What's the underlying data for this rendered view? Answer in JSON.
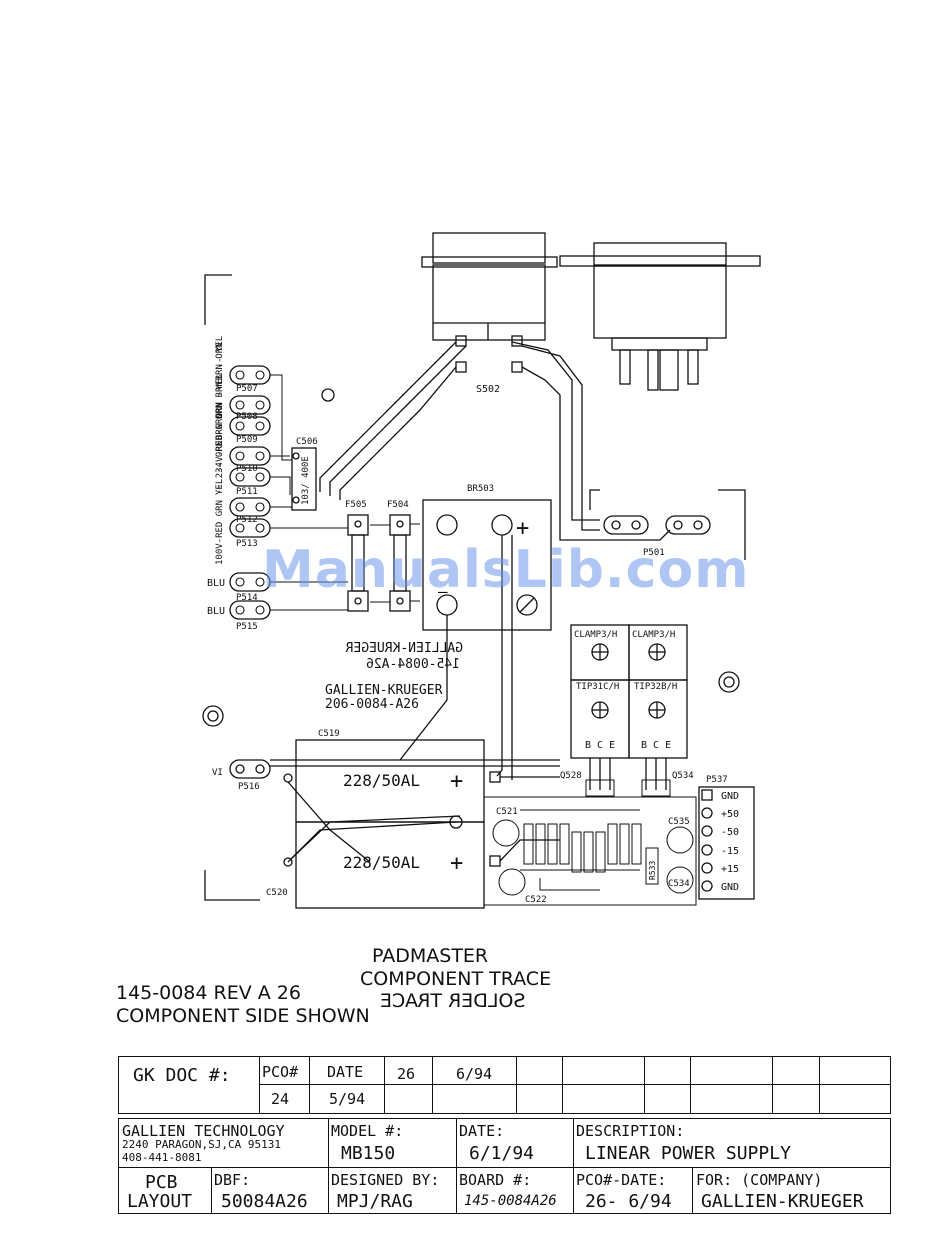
{
  "watermark": "ManualsLib.com",
  "board": {
    "labels": {
      "s502": "S502",
      "br503": "BR503",
      "c506": "C506",
      "c506_val": "103/ 400E",
      "f505": "F505",
      "f504": "F504",
      "p507": "P507",
      "p508": "P508",
      "p509": "P509",
      "p510": "P510",
      "p511": "P511",
      "p512": "P512",
      "p513": "P513",
      "p514": "P514",
      "p515": "P515",
      "p516": "P516",
      "p501": "P501",
      "p537": "P537",
      "c519": "C519",
      "c520": "C520",
      "c521": "C521",
      "c522": "C522",
      "cap_val_1": "228/50AL",
      "cap_val_2": "228/50AL",
      "clamp1": "CLAMP3/H",
      "clamp2": "CLAMP3/H",
      "tip1": "TIP31C/H",
      "tip2": "TIP32B/H",
      "bce1": "B C E",
      "bce2": "B C E",
      "q528": "Q528",
      "q534": "Q534",
      "c535": "C535",
      "r533": "R533",
      "c534": "C534",
      "vi": "VI",
      "mirror_1": "GALLIEN-KRUEGER",
      "mirror_2": "145-0084-A26",
      "gk_1": "GALLIEN-KRUEGER",
      "gk_2": "206-0084-A26",
      "wire_left_1": "YEL  --  YEL",
      "wire_left_2": "BRN ORN  --  BRN ORN",
      "wire_left_3": "YEL  --  ORN  --  ORN  BRN",
      "wire_left_4": "100V-RED GRN  --  234V-RED GRN",
      "blu1": "BLU",
      "blu2": "BLU",
      "plus": "+",
      "minus": "—",
      "terminals": [
        "GND",
        "+50",
        "-50",
        "-15",
        "+15",
        "GND"
      ]
    }
  },
  "titles": {
    "padmaster": "PADMASTER",
    "component_trace": "COMPONENT TRACE",
    "solder_trace": "SOLDER TRACE",
    "rev": "145-0084 REV A 26",
    "side": "COMPONENT SIDE SHOWN"
  },
  "rev_grid": {
    "gk_doc": "GK DOC #:",
    "pco_head": "PCO#",
    "date_head": "DATE",
    "row1": [
      "26",
      "6/94"
    ],
    "row2": [
      "24",
      "5/94"
    ]
  },
  "title_block": {
    "company": "GALLIEN TECHNOLOGY",
    "address": "2240 PARAGON,SJ,CA 95131",
    "phone": "408-441-8081",
    "model_label": "MODEL #:",
    "model": "MB150",
    "date_label": "DATE:",
    "date": "6/1/94",
    "desc_label": "DESCRIPTION:",
    "desc": "LINEAR POWER SUPPLY",
    "pcb": "PCB",
    "layout": "LAYOUT",
    "dbf_label": "DBF:",
    "dbf": "50084A26",
    "designed_label": "DESIGNED BY:",
    "designed": "MPJ/RAG",
    "board_label": "BOARD #:",
    "board": "145-0084A26",
    "pco_date_label": "PCO#-DATE:",
    "pco_date": "26- 6/94",
    "for_label": "FOR: (COMPANY)",
    "for": "GALLIEN-KRUEGER"
  }
}
